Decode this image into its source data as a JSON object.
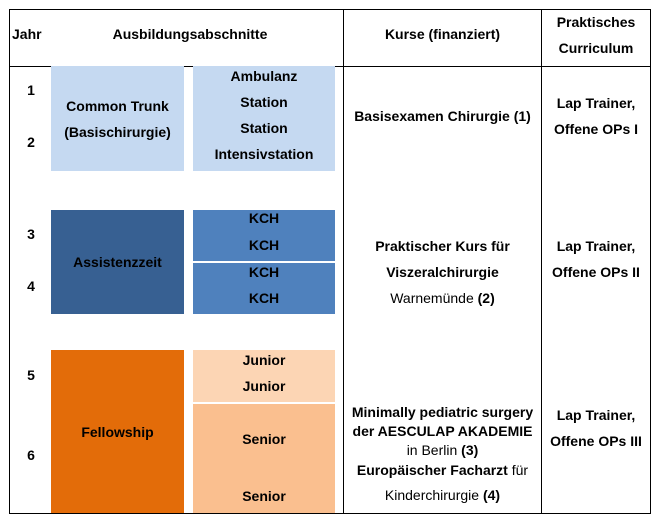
{
  "header": {
    "jahr": "Jahr",
    "ausbildung": "Ausbildungsabschnitte",
    "kurse": "Kurse (finanziert)",
    "praktisches_line1": "Praktisches",
    "praktisches_line2": "Curriculum"
  },
  "years": [
    "1",
    "2",
    "3",
    "4",
    "5",
    "6"
  ],
  "phases": [
    {
      "line1": "Common Trunk",
      "line2": "(Basischirurgie)",
      "color": "#c5d9f1"
    },
    {
      "line1": "Assistenzzeit",
      "color": "#376092"
    },
    {
      "line1": "Fellowship",
      "color": "#e36c09"
    }
  ],
  "rotations": {
    "common": [
      "Ambulanz",
      "Station",
      "Station",
      "Intensivstation"
    ],
    "assistenz": [
      "KCH",
      "KCH",
      "KCH",
      "KCH"
    ],
    "fellowship": [
      "Junior",
      "Junior",
      "Senior",
      "Senior"
    ]
  },
  "courses": {
    "c1": "Basisexamen Chirurgie (1)",
    "c2_line1": "Praktischer Kurs für",
    "c2_line2": "Viszeralchirurgie",
    "c2_line3_place": "Warnemünde",
    "c2_line3_num": "(2)",
    "c3_line1": "Minimally pediatric surgery",
    "c3_line2": "der AESCULAP AKADEMIE",
    "c3_line3_place": "in Berlin",
    "c3_line3_num": "(3)",
    "c4_line1_bold": "Europäischer Facharzt",
    "c4_line1_rest": "für",
    "c4_line2_rest": "Kinderchirurgie",
    "c4_line2_num": "(4)"
  },
  "practical": [
    {
      "line1": "Lap Trainer,",
      "line2": "Offene OPs I"
    },
    {
      "line1": "Lap Trainer,",
      "line2": "Offene OPs II"
    },
    {
      "line1": "Lap Trainer,",
      "line2": "Offene OPs III"
    }
  ]
}
